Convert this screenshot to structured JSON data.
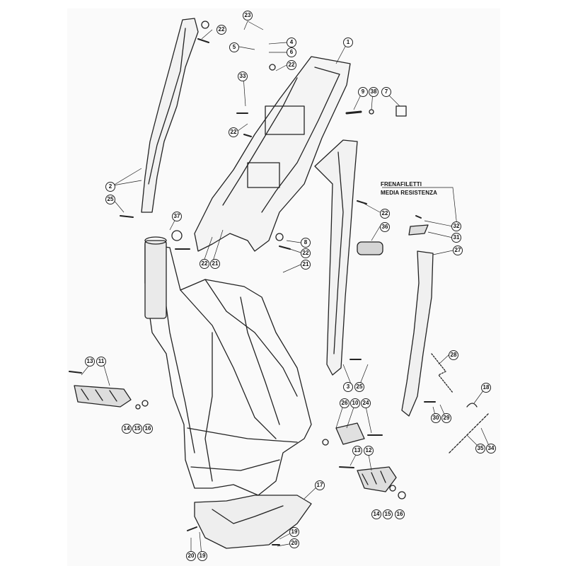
{
  "diagram": {
    "note_lines": [
      "FRENAFILETTI",
      "MEDIA RESISTENZA"
    ],
    "callouts": [
      "22",
      "23",
      "4",
      "5",
      "6",
      "1",
      "22",
      "33",
      "9",
      "38",
      "7",
      "22",
      "2",
      "25",
      "37",
      "32",
      "31",
      "8",
      "22",
      "36",
      "22",
      "21",
      "22",
      "21",
      "27",
      "28",
      "13",
      "11",
      "14",
      "15",
      "16",
      "3",
      "25",
      "26",
      "10",
      "24",
      "18",
      "30",
      "29",
      "35",
      "34",
      "13",
      "12",
      "17",
      "14",
      "15",
      "16",
      "19",
      "20",
      "20",
      "19"
    ]
  }
}
